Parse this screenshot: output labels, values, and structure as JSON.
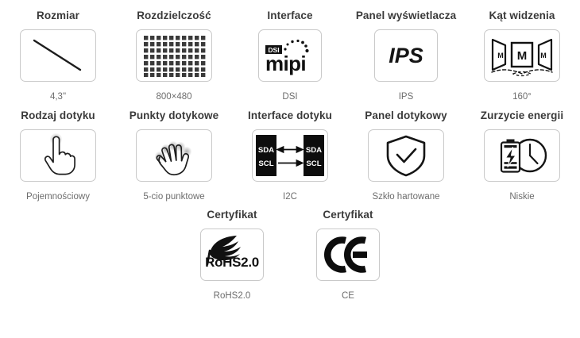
{
  "document": {
    "type": "product-specification-infographic",
    "language": "pl",
    "background_color": "#ffffff",
    "title_color": "#3a3a3a",
    "value_color": "#6d6d6d",
    "box_border_color": "#c9c9c9"
  },
  "rows": [
    {
      "items": [
        {
          "title": "Rozmiar",
          "value": "4,3\"",
          "icon": "screen-diagonal-icon"
        },
        {
          "title": "Rozdzielczość",
          "value": "800×480",
          "icon": "pixel-matrix-icon"
        },
        {
          "title": "Interface",
          "value": "DSI",
          "icon": "mipi-dsi-logo-icon",
          "icon_text": {
            "badge": "DSI",
            "word": "mipi"
          }
        },
        {
          "title": "Panel wyświetlacza",
          "value": "IPS",
          "icon": "ips-label-icon",
          "icon_text": {
            "word": "IPS"
          }
        },
        {
          "title": "Kąt widzenia",
          "value": "160°",
          "icon": "viewing-angle-icon",
          "icon_text": {
            "letters": [
              "M",
              "M",
              "M"
            ]
          }
        }
      ]
    },
    {
      "items": [
        {
          "title": "Rodzaj dotyku",
          "value": "Pojemnościowy",
          "icon": "pointing-finger-icon"
        },
        {
          "title": "Punkty dotykowe",
          "value": "5-cio punktowe",
          "icon": "five-finger-hand-icon"
        },
        {
          "title": "Interface dotyku",
          "value": "I2C",
          "icon": "i2c-bus-icon",
          "icon_text": {
            "left": [
              "SDA",
              "SCL"
            ],
            "right": [
              "SDA",
              "SCL"
            ]
          }
        },
        {
          "title": "Panel dotykowy",
          "value": "Szkło hartowane",
          "icon": "shield-check-icon"
        },
        {
          "title": "Zurzycie energii",
          "value": "Niskie",
          "icon": "battery-clock-icon"
        }
      ]
    },
    {
      "items": [
        {
          "title": "Certyfikat",
          "value": "RoHS2.0",
          "icon": "rohs-leaf-logo-icon",
          "icon_text": {
            "word": "RoHS2.0"
          }
        },
        {
          "title": "Certyfikat",
          "value": "CE",
          "icon": "ce-mark-icon",
          "icon_text": {
            "word": "CE"
          }
        }
      ]
    }
  ]
}
